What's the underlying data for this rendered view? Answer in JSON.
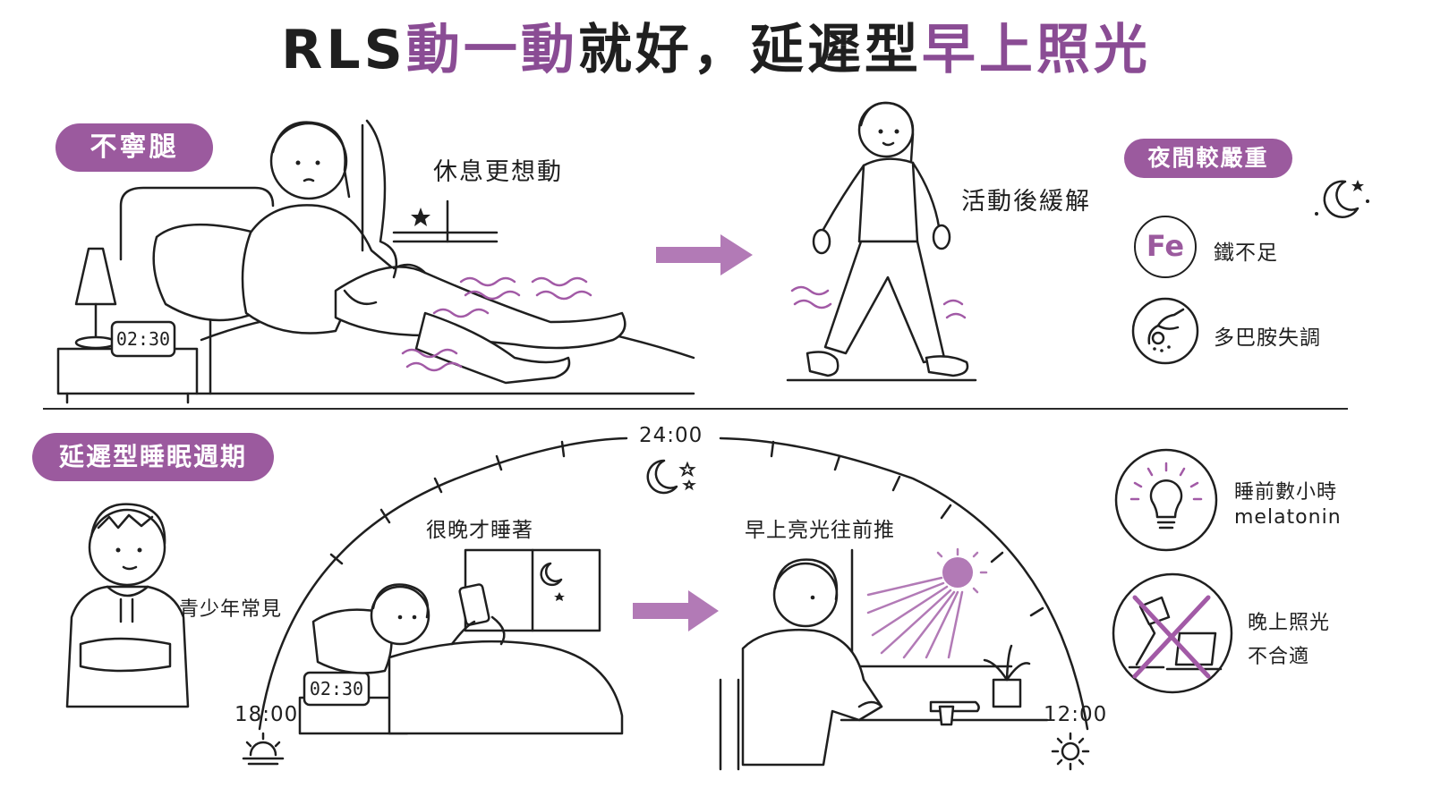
{
  "title": {
    "part1": "RLS",
    "part2": "動一動",
    "part3": "就好，延遲型",
    "part4": "早上照光"
  },
  "top": {
    "tag": "不寧腿",
    "caption_rest": "休息更想動",
    "caption_active": "活動後緩解",
    "clock": "02:30",
    "night_tag": "夜間較嚴重",
    "iron_symbol": "Fe",
    "iron_label": "鐵不足",
    "dopamine_label": "多巴胺失調"
  },
  "bottom": {
    "tag": "延遲型睡眠週期",
    "teen_label": "青少年常見",
    "late_sleep_label": "很晚才睡著",
    "morning_light_label": "早上亮光往前推",
    "clock": "02:30",
    "time_midnight": "24:00",
    "time_evening": "18:00",
    "time_noon": "12:00",
    "melatonin_line1": "睡前數小時",
    "melatonin_line2": "melatonin",
    "no_light_line1": "晚上照光",
    "no_light_line2": "不合適"
  },
  "colors": {
    "accent": "#9b5a9e",
    "accent_light": "#b27ab6",
    "ink": "#1f1f1f"
  },
  "icons": [
    "bed-icon",
    "lamp-icon",
    "walking-person-icon",
    "moon-icon",
    "iron-icon",
    "dopamine-neuron-icon",
    "lightbulb-icon",
    "sun-icon",
    "sunrise-icon",
    "phone-icon",
    "crossed-lamp-icon",
    "arrow-right-icon"
  ]
}
